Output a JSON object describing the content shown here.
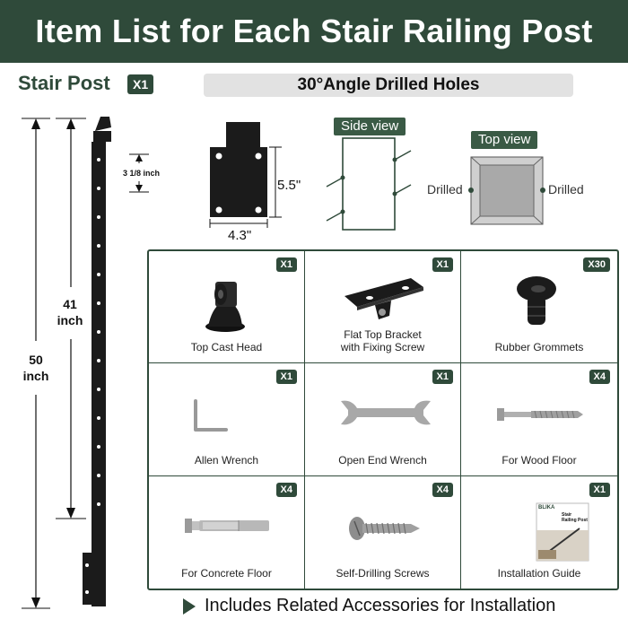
{
  "title": "Item List for Each Stair Railing Post",
  "stair_post": {
    "label": "Stair Post",
    "qty": "X1"
  },
  "holes_heading": "30°Angle Drilled Holes",
  "post_dimensions": {
    "total": "50\ninch",
    "hole_span": "41\ninch",
    "hole_spacing": "3 1/8 inch"
  },
  "base_plate": {
    "height": "5.5\"",
    "width": "4.3\""
  },
  "side_view_label": "Side view",
  "top_view": {
    "label": "Top view",
    "left": "Drilled",
    "right": "Drilled"
  },
  "items": [
    {
      "qty": "X1",
      "label": "Top Cast Head",
      "icon": "cast-head-icon"
    },
    {
      "qty": "X1",
      "label": "Flat Top Bracket\nwith Fixing Screw",
      "icon": "bracket-icon"
    },
    {
      "qty": "X30",
      "label": "Rubber Grommets",
      "icon": "grommet-icon"
    },
    {
      "qty": "X1",
      "label": "Allen Wrench",
      "icon": "allen-wrench-icon"
    },
    {
      "qty": "X1",
      "label": "Open End Wrench",
      "icon": "open-wrench-icon"
    },
    {
      "qty": "X4",
      "label": "For Wood Floor",
      "icon": "lag-screw-icon"
    },
    {
      "qty": "X4",
      "label": "For Concrete Floor",
      "icon": "anchor-bolt-icon"
    },
    {
      "qty": "X4",
      "label": "Self-Drilling Screws",
      "icon": "self-drilling-screw-icon"
    },
    {
      "qty": "X1",
      "label": "Installation Guide",
      "icon": "guide-booklet-icon"
    }
  ],
  "guide_brand": "BLIKA",
  "guide_title": "Stair\nRailing Post",
  "footer": "Includes Related Accessories for Installation",
  "colors": {
    "brand_green": "#2f4a3a",
    "post_black": "#1b1b1b"
  }
}
